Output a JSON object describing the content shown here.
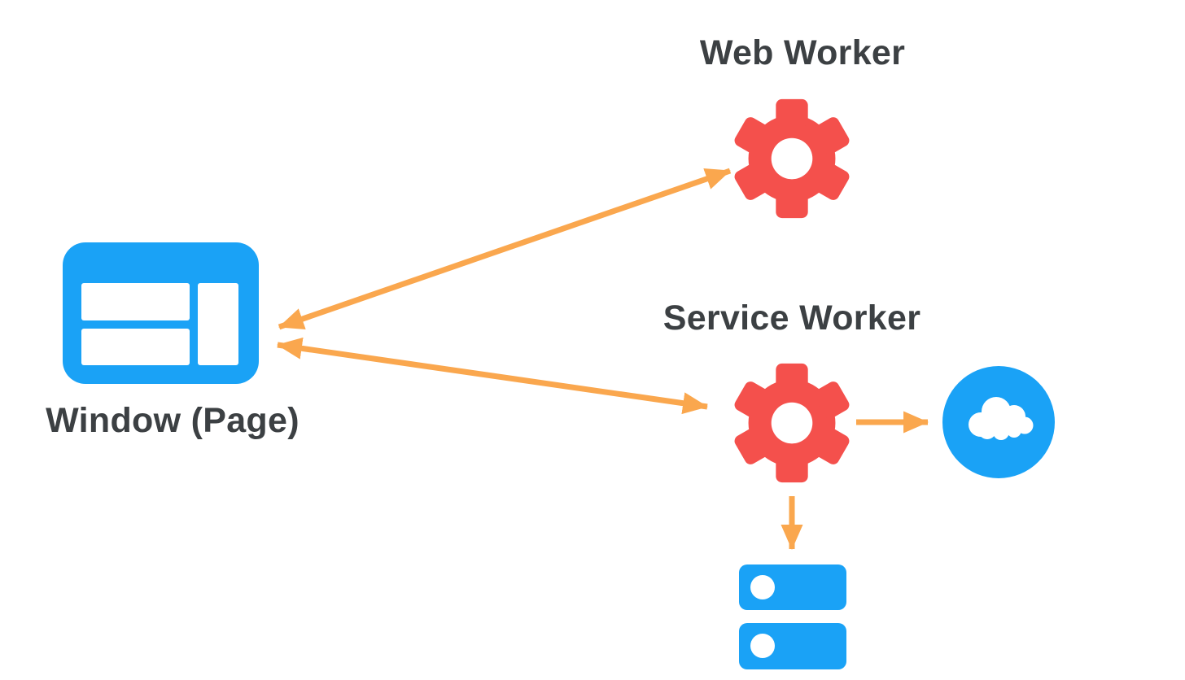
{
  "colors": {
    "bg": "#ffffff",
    "blue": "#1aa2f6",
    "red": "#f4504c",
    "orange": "#faa74e",
    "text": "#3c4043"
  },
  "nodes": {
    "web_worker": {
      "label": "Web Worker",
      "icon": "gear-icon",
      "color": "#f4504c"
    },
    "service_worker": {
      "label": "Service Worker",
      "icon": "gear-icon",
      "color": "#f4504c"
    },
    "window_page": {
      "label": "Window (Page)",
      "icon": "browser-window-icon",
      "color": "#1aa2f6"
    },
    "network": {
      "label": "",
      "icon": "cloud-icon",
      "color": "#1aa2f6"
    },
    "storage": {
      "label": "",
      "icon": "database-icon",
      "color": "#1aa2f6"
    }
  },
  "edges": [
    {
      "from": "window_page",
      "to": "web_worker",
      "bidirectional": true
    },
    {
      "from": "window_page",
      "to": "service_worker",
      "bidirectional": true
    },
    {
      "from": "service_worker",
      "to": "network",
      "bidirectional": false
    },
    {
      "from": "service_worker",
      "to": "storage",
      "bidirectional": false
    }
  ]
}
